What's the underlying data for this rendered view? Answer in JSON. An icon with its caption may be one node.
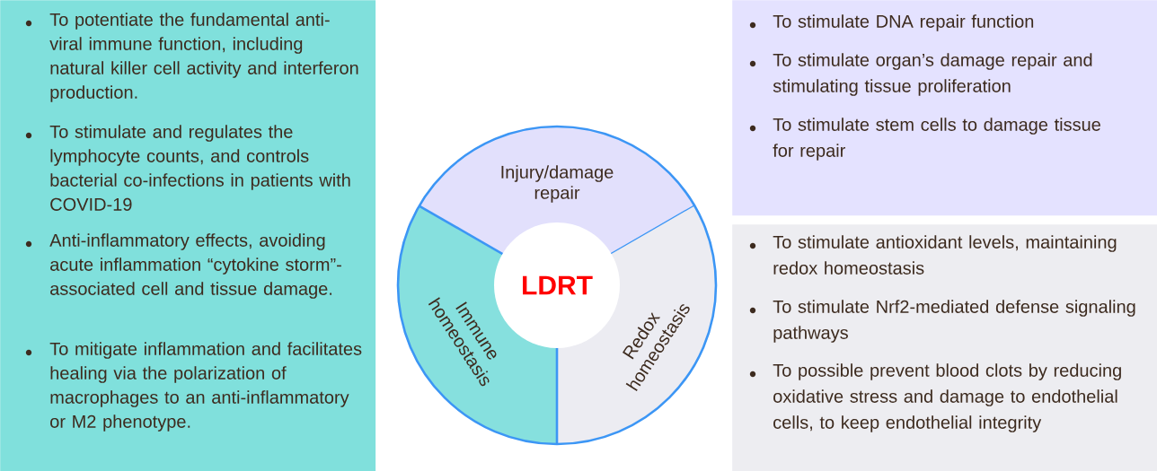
{
  "diagram": {
    "nodes": [
      {
        "text": [
          "To potentiate the fundamental anti-viral immune function, including natural killer cell activity and interferon production.",
          "To stimulate and regulates the lymphocyte counts, and controls bacterial co-infections in patients with COVID-19",
          "Anti-inflammatory effects, avoiding acute inflammation “cytokine storm”-associated cell and tissue damage.",
          "To mitigate inflammation and facilitates healing via the polarization of macrophages to an anti-inflammatory or M2 phenotype."
        ]
      },
      {
        "text": [
          "To stimulate DNA repair function",
          "To stimulate organ’s damage repair and stimulating tissue proliferation",
          "To stimulate stem cells to damage tissue for repair"
        ]
      },
      {
        "text": [
          "To stimulate antioxidant levels, maintaining redox homeostasis",
          "To stimulate Nrf2-mediated defense signaling pathways",
          "To possible prevent blood clots by reducing oxidative stress and damage to endothelial cells, to keep endothelial integrity"
        ]
      },
      {
        "text": [
          "Injury/damage repair"
        ]
      },
      {
        "text": [
          "Immune homeostasis"
        ]
      },
      {
        "text": [
          "Redox homeostasis"
        ]
      },
      {
        "text": [
          "LDRT"
        ]
      }
    ]
  }
}
